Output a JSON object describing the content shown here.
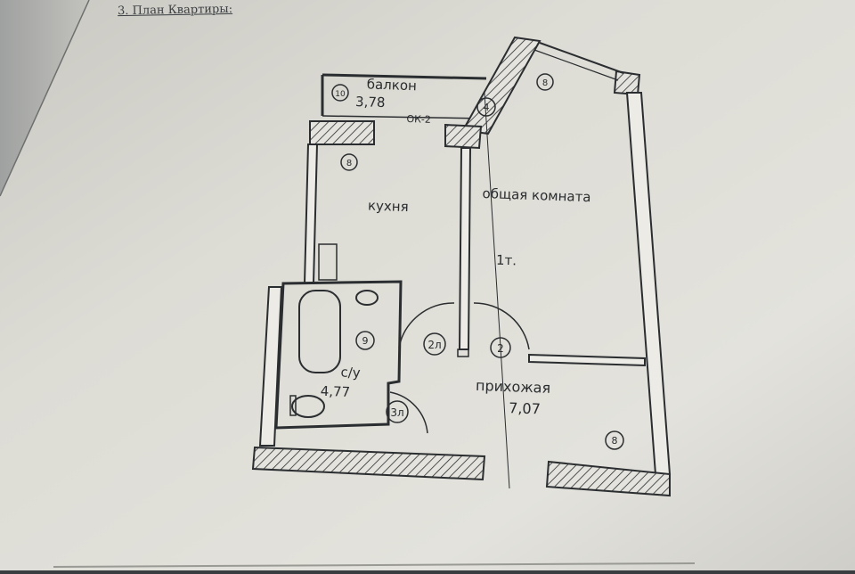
{
  "document": {
    "heading": "3. План Квартиры:"
  },
  "plan": {
    "rooms": [
      {
        "id": "balcony",
        "name": "балкон",
        "area": "3,78"
      },
      {
        "id": "kitchen",
        "name": "кухня"
      },
      {
        "id": "living",
        "name": "общая комната"
      },
      {
        "id": "bathroom",
        "name": "с/у",
        "area": "4,77"
      },
      {
        "id": "hallway",
        "name": "прихожая",
        "area": "7,07"
      }
    ],
    "window_label": "ОК-2",
    "room_count_label": "1т.",
    "markers": [
      "10",
      "4",
      "8",
      "8",
      "9",
      "2л",
      "2",
      "3л",
      "8"
    ]
  }
}
